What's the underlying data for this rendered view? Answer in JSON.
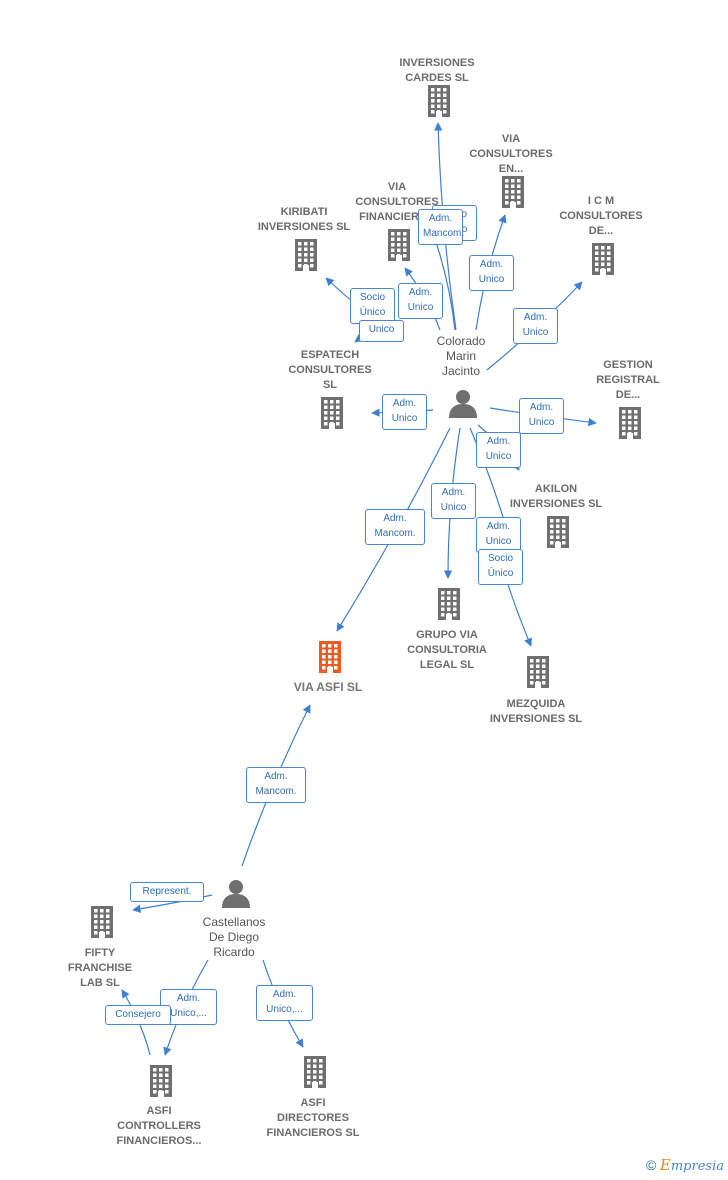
{
  "colors": {
    "edge": "#3d7fd0",
    "building": "#6f6f6f",
    "building_focus": "#ee5a24",
    "person": "#6f6f6f"
  },
  "nodes": {
    "inversiones_cardes": {
      "label": "INVERSIONES\nCARDES SL",
      "icon": "building-icon"
    },
    "via_consultores_en": {
      "label": "VIA\nCONSULTORES\nEN...",
      "icon": "building-icon"
    },
    "icm_consultores": {
      "label": "I C M\nCONSULTORES\nDE...",
      "icon": "building-icon"
    },
    "kiribati": {
      "label": "KIRIBATI\nINVERSIONES SL",
      "icon": "building-icon"
    },
    "via_consultores_financieros": {
      "label": "VIA\nCONSULTORES\nFINANCIEROS",
      "icon": "building-icon"
    },
    "espatech": {
      "label": "ESPATECH\nCONSULTORES\nSL",
      "icon": "building-icon"
    },
    "gestion_registral": {
      "label": "GESTION\nREGISTRAL\nDE...",
      "icon": "building-icon"
    },
    "akilon": {
      "label": "AKILON\nINVERSIONES SL",
      "icon": "building-icon"
    },
    "grupo_via": {
      "label": "GRUPO VIA\nCONSULTORIA\nLEGAL SL",
      "icon": "building-icon"
    },
    "mezquida": {
      "label": "MEZQUIDA\nINVERSIONES SL",
      "icon": "building-icon"
    },
    "via_asfi": {
      "label": "VIA ASFI  SL",
      "icon": "building-icon"
    },
    "colorado": {
      "label": "Colorado\nMarin\nJacinto",
      "icon": "person-icon"
    },
    "castellanos": {
      "label": "Castellanos\nDe Diego\nRicardo",
      "icon": "person-icon"
    },
    "fifty_franchise": {
      "label": "FIFTY\nFRANCHISE\nLAB  SL",
      "icon": "building-icon"
    },
    "asfi_controllers": {
      "label": "ASFI\nCONTROLLERS\nFINANCIEROS...",
      "icon": "building-icon"
    },
    "asfi_directores": {
      "label": "ASFI\nDIRECTORES\nFINANCIEROS SL",
      "icon": "building-icon"
    }
  },
  "edges": [
    {
      "from": "colorado",
      "to": "inversiones_cardes",
      "label": "Socio\nÚnico"
    },
    {
      "from": "colorado",
      "to": "via_consultores_financieros",
      "label": "Adm.\nMancom."
    },
    {
      "from": "colorado",
      "to": "via_consultores_en",
      "label": "Adm.\nUnico"
    },
    {
      "from": "colorado",
      "to": "icm_consultores",
      "label": "Adm.\nUnico"
    },
    {
      "from": "colorado",
      "to": "kiribati",
      "label": "Socio\nÚnico"
    },
    {
      "from": "colorado",
      "to": "via_consultores_financieros",
      "label": "Adm.\nUnico"
    },
    {
      "from": "colorado",
      "to": "espatech",
      "label": "Unico"
    },
    {
      "from": "colorado",
      "to": "espatech",
      "label": "Adm.\nUnico"
    },
    {
      "from": "colorado",
      "to": "gestion_registral",
      "label": "Adm.\nUnico"
    },
    {
      "from": "colorado",
      "to": "akilon",
      "label": "Adm.\nUnico"
    },
    {
      "from": "colorado",
      "to": "grupo_via",
      "label": "Adm.\nUnico"
    },
    {
      "from": "colorado",
      "to": "mezquida",
      "label": "Adm.\nUnico"
    },
    {
      "from": "colorado",
      "to": "mezquida",
      "label": "Socio\nÚnico"
    },
    {
      "from": "colorado",
      "to": "via_asfi",
      "label": "Adm.\nMancom."
    },
    {
      "from": "castellanos",
      "to": "via_asfi",
      "label": "Adm.\nMancom."
    },
    {
      "from": "castellanos",
      "to": "fifty_franchise",
      "label": "Represent."
    },
    {
      "from": "castellanos",
      "to": "asfi_controllers",
      "label": "Adm.\nUnico,..."
    },
    {
      "from": "castellanos",
      "to": "asfi_controllers",
      "label": "Consejero"
    },
    {
      "from": "castellanos",
      "to": "asfi_directores",
      "label": "Adm.\nUnico,..."
    }
  ],
  "footer": {
    "copyright": "©",
    "brand_initial": "E",
    "brand_rest": "mpresia"
  }
}
